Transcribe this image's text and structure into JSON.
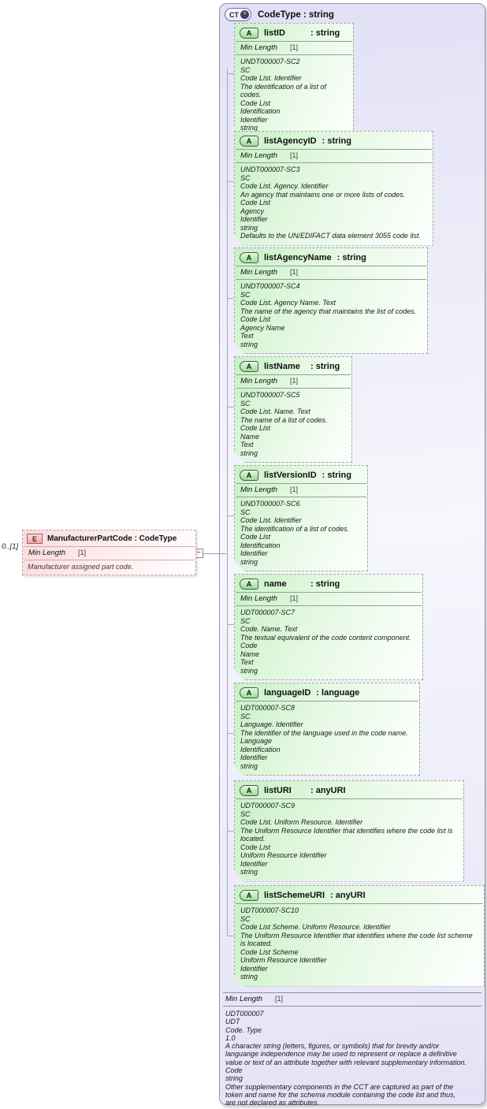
{
  "element": {
    "badge": "E",
    "title": "ManufacturerPartCode : CodeType",
    "cardinality": "0..[1]",
    "facet_label": "Min Length",
    "facet_value": "[1]",
    "annotation": "Manufacturer assigned part code.",
    "toggle_glyph": "−"
  },
  "complex_type": {
    "badge": "CT",
    "badge_plus": "+",
    "title": "CodeType : string",
    "attributes": [
      {
        "badge": "A",
        "name": "listID",
        "type": ": string",
        "facet_label": "Min Length",
        "facet_value": "[1]",
        "annotation": "UNDT000007-SC2\nSC\nCode List. Identifier\nThe identification of a list of codes.\nCode List\nIdentification\nIdentifier\nstring"
      },
      {
        "badge": "A",
        "name": "listAgencyID",
        "type": ": string",
        "facet_label": "Min Length",
        "facet_value": "[1]",
        "annotation": "UNDT000007-SC3\nSC\nCode List. Agency. Identifier\nAn agency that maintains one or more lists of codes.\nCode List\nAgency\nIdentifier\nstring\nDefaults to the UN/EDIFACT data element 3055 code list."
      },
      {
        "badge": "A",
        "name": "listAgencyName",
        "type": ": string",
        "facet_label": "Min Length",
        "facet_value": "[1]",
        "annotation": "UNDT000007-SC4\nSC\nCode List. Agency Name. Text\nThe name of the agency that maintains the list of codes.\nCode List\nAgency Name\nText\nstring"
      },
      {
        "badge": "A",
        "name": "listName",
        "type": ": string",
        "facet_label": "Min Length",
        "facet_value": "[1]",
        "annotation": "UNDT000007-SC5\nSC\nCode List. Name. Text\nThe name of a list of codes.\nCode List\nName\nText\nstring"
      },
      {
        "badge": "A",
        "name": "listVersionID",
        "type": ": string",
        "facet_label": "Min Length",
        "facet_value": "[1]",
        "annotation": "UNDT000007-SC6\nSC\nCode List. Identifier\nThe identification of a list of codes.\nCode List\nIdentification\nIdentifier\nstring"
      },
      {
        "badge": "A",
        "name": "name",
        "type": ": string",
        "facet_label": "Min Length",
        "facet_value": "[1]",
        "annotation": "UDT000007-SC7\nSC\nCode. Name. Text\nThe textual equivalent of the code content component.\nCode\nName\nText\nstring"
      },
      {
        "badge": "A",
        "name": "languageID",
        "type": ": language",
        "annotation": "UDT000007-SC8\nSC\nLanguage. Identifier\nThe identifier of the language used in the code name.\nLanguage\nIdentification\nIdentifier\nstring"
      },
      {
        "badge": "A",
        "name": "listURI",
        "type": ": anyURI",
        "annotation": "UDT000007-SC9\nSC\nCode List. Uniform Resource. Identifier\nThe Uniform Resource Identifier that identifies where the code list is\nlocated.\nCode List\nUniform Resource Identifier\nIdentifier\nstring"
      },
      {
        "badge": "A",
        "name": "listSchemeURI",
        "type": ": anyURI",
        "annotation": "UDT000007-SC10\nSC\nCode List Scheme. Uniform Resource. Identifier\nThe Uniform Resource Identifier that identifies where the code list scheme\nis located.\nCode List Scheme\nUniform Resource Identifier\nIdentifier\nstring"
      }
    ],
    "footer": {
      "facet_label": "Min Length",
      "facet_value": "[1]",
      "annotation": "UDT000007\nUDT\nCode. Type\n1.0\nA character string (letters, figures, or symbols) that for brevity and/or\nlanguange independence may be used to represent or replace a definitive\nvalue or text of an attribute together with relevant supplementary information.\nCode\nstring\nOther supplementary components in the CCT are captured as part of the\ntoken and name for the schema module containing the code list and thus,\nare not declared as attributes."
    }
  },
  "colors": {
    "attribute_green": "#c7f1c4",
    "element_pink": "#fadbde",
    "container_lavender": "#e2e0f6",
    "plus_orange": "#e8861e"
  }
}
